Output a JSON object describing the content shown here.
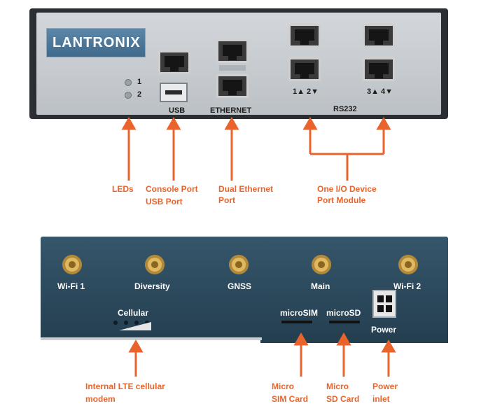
{
  "front": {
    "logo": "LANTRONIX",
    "led_labels": [
      "1",
      "2"
    ],
    "port_labels": {
      "usb": "USB",
      "ethernet": "ETHERNET",
      "rs232": "RS232",
      "rs232_ports": [
        "1▲ 2▼",
        "3▲ 4▼"
      ]
    }
  },
  "rear": {
    "antenna_labels": [
      "Wi-Fi 1",
      "Diversity",
      "GNSS",
      "Main",
      "Wi-Fi 2"
    ],
    "cellular_label": "Cellular",
    "microsim_label": "microSIM",
    "microsd_label": "microSD",
    "power_label": "Power"
  },
  "callouts": {
    "leds": "LEDs",
    "console_port": "Console Port",
    "usb_port": "USB Port",
    "dual_ethernet_1": "Dual Ethernet",
    "dual_ethernet_2": "Port",
    "io_module_1": "One I/O Device",
    "io_module_2": "Port Module",
    "lte_1": "Internal LTE cellular",
    "lte_2": "modem",
    "micro_sim_1": "Micro",
    "micro_sim_2": "SIM Card",
    "micro_sd_1": "Micro",
    "micro_sd_2": "SD Card",
    "power_1": "Power",
    "power_2": "inlet"
  },
  "colors": {
    "callout": "#e8642c",
    "front_panel": "#c8cdd2",
    "rear_panel": "#2d4a5c"
  }
}
